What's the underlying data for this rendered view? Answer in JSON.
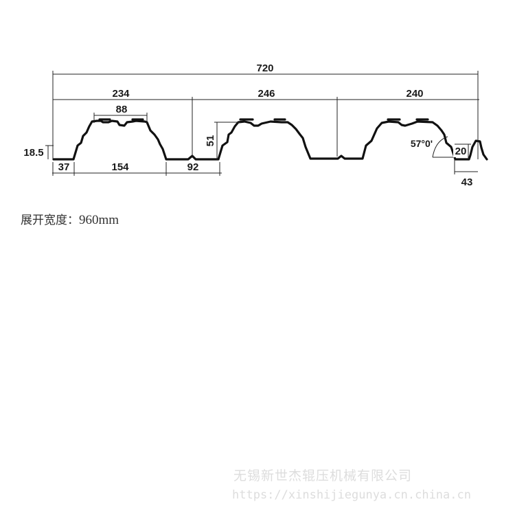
{
  "dimensions": {
    "total_width": "720",
    "span_1": "234",
    "span_2": "246",
    "span_3": "240",
    "top_flange": "88",
    "rib_height": "51",
    "edge_height": "18.5",
    "edge_width": "37",
    "bottom_1": "154",
    "bottom_2": "92",
    "angle": "57°0'",
    "lip_height": "20",
    "lip_width": "43"
  },
  "caption": {
    "label": "展开宽度：",
    "value": "960mm"
  },
  "watermark": {
    "company": "无锡新世杰辊压机械有限公司",
    "url": "https://xinshijiegunya.cn.china.cn"
  }
}
